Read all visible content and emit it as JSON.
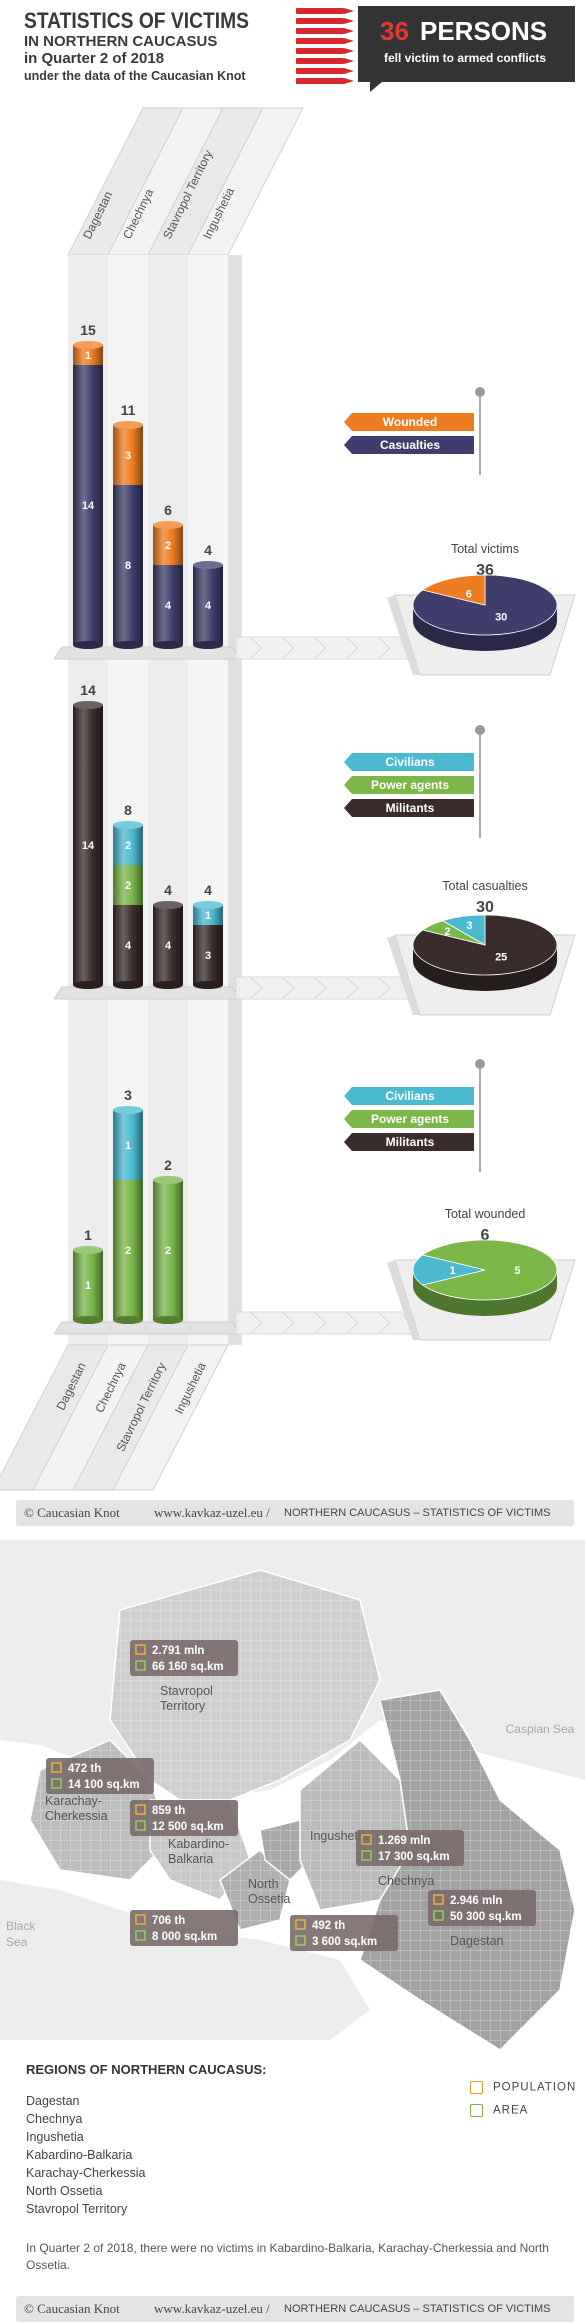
{
  "header": {
    "title": "STATISTICS OF VICTIMS",
    "subtitle": "IN NORTHERN CAUCASUS",
    "period": "in Quarter 2 of 2018",
    "source": "under the data of the Caucasian Knot",
    "total_number": "36",
    "total_unit": "PERSONS",
    "total_caption": "fell victim to armed conflicts"
  },
  "columns": [
    "Dagestan",
    "Chechnya",
    "Stavropol Territory",
    "Ingushetia"
  ],
  "colors": {
    "wounded": "#ee7d22",
    "casualties": "#3f3d6b",
    "civilians": "#4bbad0",
    "power_agents": "#7ab648",
    "militants": "#3b2c2c"
  },
  "chart_data": [
    {
      "type": "bar",
      "categories": [
        "Dagestan",
        "Chechnya",
        "Stavropol Territory",
        "Ingushetia"
      ],
      "series": [
        {
          "name": "Casualties",
          "values": [
            14,
            8,
            4,
            4
          ]
        },
        {
          "name": "Wounded",
          "values": [
            1,
            3,
            2,
            0
          ]
        }
      ],
      "totals": [
        15,
        11,
        6,
        4
      ],
      "legend": [
        "Wounded",
        "Casualties"
      ],
      "pie": {
        "title": "Total victims",
        "total": 36,
        "values": [
          30,
          6
        ],
        "labels": [
          "30",
          "6"
        ]
      }
    },
    {
      "type": "bar",
      "categories": [
        "Dagestan",
        "Chechnya",
        "Stavropol Territory",
        "Ingushetia"
      ],
      "series": [
        {
          "name": "Militants",
          "values": [
            14,
            4,
            4,
            3
          ]
        },
        {
          "name": "Power agents",
          "values": [
            0,
            2,
            0,
            0
          ]
        },
        {
          "name": "Civilians",
          "values": [
            0,
            2,
            0,
            1
          ]
        }
      ],
      "totals": [
        14,
        8,
        4,
        4
      ],
      "legend": [
        "Civilians",
        "Power agents",
        "Militants"
      ],
      "pie": {
        "title": "Total casualties",
        "total": 30,
        "values": [
          25,
          2,
          3
        ],
        "labels": [
          "25",
          "2",
          "3"
        ]
      }
    },
    {
      "type": "bar",
      "categories": [
        "Dagestan",
        "Chechnya",
        "Stavropol Territory",
        "Ingushetia"
      ],
      "series": [
        {
          "name": "Militants",
          "values": [
            0,
            0,
            0,
            0
          ]
        },
        {
          "name": "Power agents",
          "values": [
            1,
            2,
            2,
            0
          ]
        },
        {
          "name": "Civilians",
          "values": [
            0,
            1,
            0,
            0
          ]
        }
      ],
      "totals": [
        1,
        3,
        2,
        0
      ],
      "legend": [
        "Civilians",
        "Power agents",
        "Militants"
      ],
      "pie": {
        "title": "Total wounded",
        "total": 6,
        "values": [
          5,
          1
        ],
        "labels": [
          "5",
          "1"
        ]
      }
    }
  ],
  "footer": {
    "copyright": "© Caucasian Knot",
    "site": "www.kavkaz-uzel.eu /",
    "section": "NORTHERN CAUCASUS – STATISTICS OF VICTIMS"
  },
  "map": {
    "caspian": "Caspian Sea",
    "black_sea": "Black\nSea",
    "regions": [
      {
        "name": "Stavropol\nTerritory",
        "population": "2.791 mln",
        "area": "66 160 sq.km"
      },
      {
        "name": "Karachay-\nCherkessia",
        "population": "472 th",
        "area": "14 100 sq.km"
      },
      {
        "name": "Kabardino-\nBalkaria",
        "population": "859 th",
        "area": "12 500 sq.km"
      },
      {
        "name": "Ingushetia",
        "population": "492 th",
        "area": "3 600 sq.km"
      },
      {
        "name": "Chechnya",
        "population": "1.269 mln",
        "area": "17 300 sq.km"
      },
      {
        "name": "North\nOssetia",
        "population": "706 th",
        "area": "8 000 sq.km"
      },
      {
        "name": "Dagestan",
        "population": "2.946 mln",
        "area": "50 300 sq.km"
      }
    ]
  },
  "regions_list": {
    "title": "REGIONS OF NORTHERN CAUCASUS:",
    "items": [
      "Dagestan",
      "Chechnya",
      "Ingushetia",
      "Kabardino-Balkaria",
      "Karachay-Cherkessia",
      "North Ossetia",
      "Stavropol Territory"
    ]
  },
  "key": {
    "population": "POPULATION",
    "area": "AREA"
  },
  "note": "In Quarter 2 of 2018, there were no victims in Kabardino-Balkaria, Karachay-Cherkessia and North Ossetia."
}
